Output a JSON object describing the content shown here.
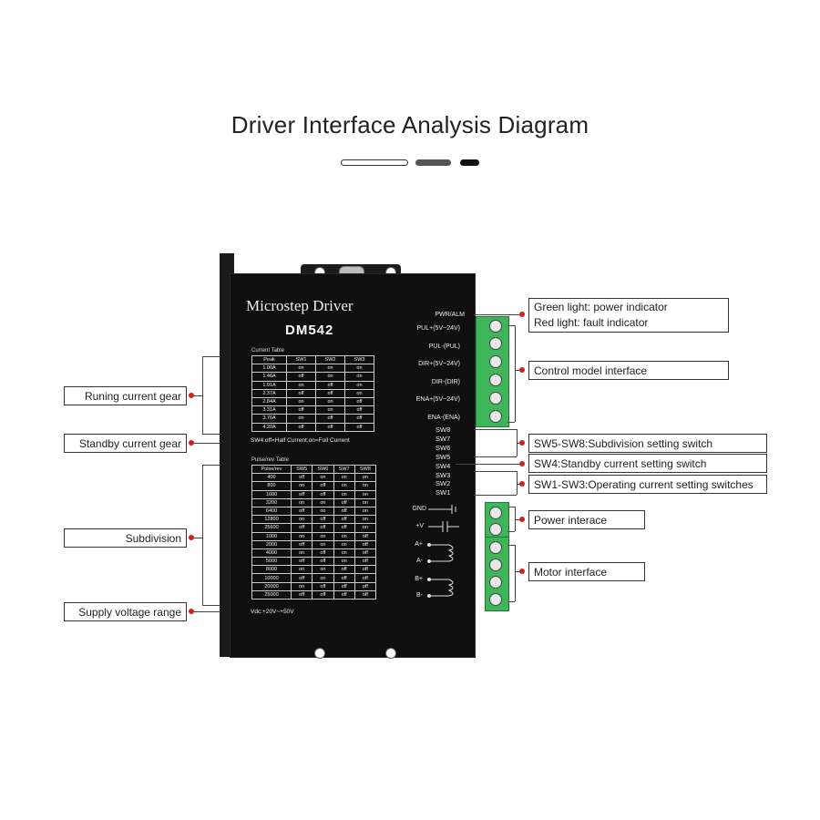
{
  "title": "Driver Interface Analysis Diagram",
  "device": {
    "brand": "Microstep Driver",
    "model": "DM542",
    "current_table": {
      "caption": "Current Table",
      "headers": [
        "Peak",
        "SW1",
        "SW2",
        "SW3"
      ],
      "rows": [
        [
          "1.00A",
          "on",
          "on",
          "on"
        ],
        [
          "1.46A",
          "off",
          "on",
          "on"
        ],
        [
          "1.91A",
          "on",
          "off",
          "on"
        ],
        [
          "2.37A",
          "off",
          "off",
          "on"
        ],
        [
          "2.84A",
          "on",
          "on",
          "off"
        ],
        [
          "3.31A",
          "off",
          "on",
          "off"
        ],
        [
          "3.76A",
          "on",
          "off",
          "off"
        ],
        [
          "4.20A",
          "off",
          "off",
          "off"
        ]
      ]
    },
    "sw4_note": "SW4:off=Half Current;on=Full Current",
    "pulse_table": {
      "caption": "Pulse/rev Table",
      "headers": [
        "Pulse/rev",
        "SW5",
        "SW6",
        "SW7",
        "SW8"
      ],
      "rows": [
        [
          "400",
          "off",
          "on",
          "on",
          "on"
        ],
        [
          "800",
          "on",
          "off",
          "on",
          "on"
        ],
        [
          "1600",
          "off",
          "off",
          "on",
          "on"
        ],
        [
          "3200",
          "on",
          "on",
          "off",
          "on"
        ],
        [
          "6400",
          "off",
          "on",
          "off",
          "on"
        ],
        [
          "12800",
          "on",
          "off",
          "off",
          "on"
        ],
        [
          "25600",
          "off",
          "off",
          "off",
          "on"
        ],
        [
          "1000",
          "on",
          "on",
          "on",
          "off"
        ],
        [
          "2000",
          "off",
          "on",
          "on",
          "off"
        ],
        [
          "4000",
          "on",
          "off",
          "on",
          "off"
        ],
        [
          "5000",
          "off",
          "off",
          "on",
          "off"
        ],
        [
          "8000",
          "on",
          "on",
          "off",
          "off"
        ],
        [
          "10000",
          "off",
          "on",
          "off",
          "off"
        ],
        [
          "20000",
          "on",
          "off",
          "off",
          "off"
        ],
        [
          "25000",
          "off",
          "off",
          "off",
          "off"
        ]
      ]
    },
    "vdc_note": "Vdc:+20V~+50V",
    "pins": {
      "pwr_alm": "PWR/ALM",
      "control": [
        "PUL+(5V~24V)",
        "PUL-(PUL)",
        "DIR+(5V~24V)",
        "DIR-(DIR)",
        "ENA+(5V~24V)",
        "ENA-(ENA)"
      ],
      "switches": [
        "SW8",
        "SW7",
        "SW6",
        "SW5",
        "SW4",
        "SW3",
        "SW2",
        "SW1"
      ],
      "power": [
        "GND",
        "+V"
      ],
      "motor": [
        "A+",
        "A-",
        "B+",
        "B-"
      ]
    }
  },
  "callouts": {
    "left": {
      "running_current": "Runing current gear",
      "standby_current": "Standby current gear",
      "subdivision": "Subdivision",
      "supply_voltage": "Supply voltage range"
    },
    "right": {
      "indicator_line1": "Green light: power indicator",
      "indicator_line2": "Red light: fault indicator",
      "control": "Control model interface",
      "sw5_8": "SW5-SW8:Subdivision setting switch",
      "sw4": "SW4:Standby current setting switch",
      "sw1_3": "SW1-SW3:Operating current setting switches",
      "power": "Power interace",
      "motor": "Motor interface"
    }
  },
  "colors": {
    "terminal_green": "#3fb55a",
    "callout_dot": "#d32020",
    "driver_body": "#0f0f0f"
  }
}
